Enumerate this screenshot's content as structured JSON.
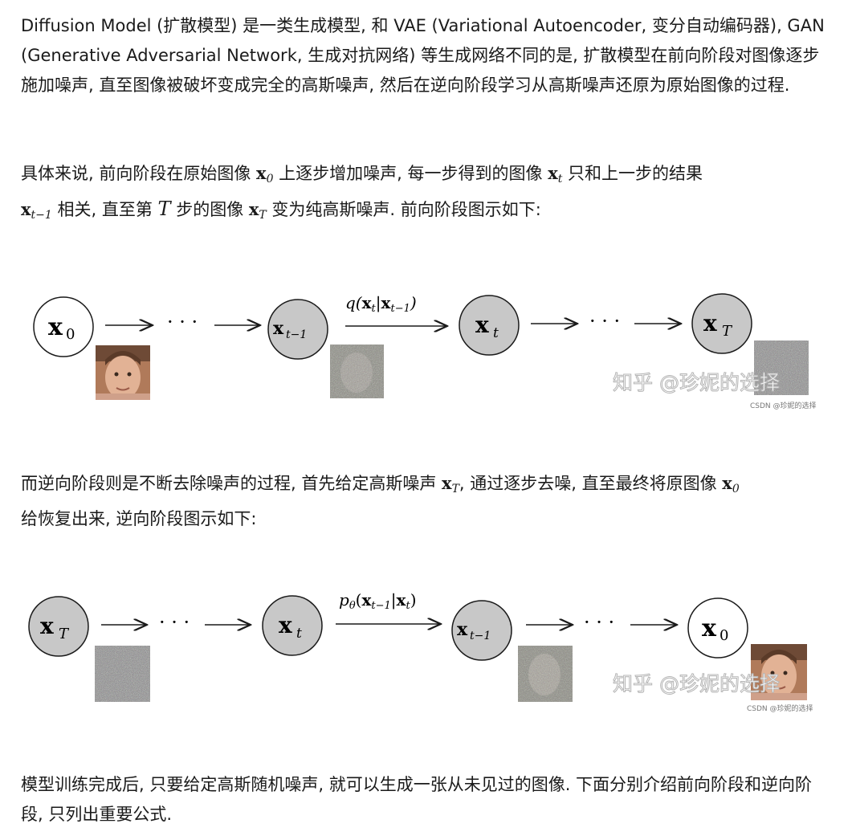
{
  "paragraphs": {
    "intro": "Diffusion Model (扩散模型) 是一类生成模型, 和 VAE (Variational Autoencoder, 变分自动编码器), GAN (Generative Adversarial Network, 生成对抗网络) 等生成网络不同的是, 扩散模型在前向阶段对图像逐步施加噪声, 直至图像被破坏变成完全的高斯噪声, 然后在逆向阶段学习从高斯噪声还原为原始图像的过程.",
    "forward_a": "具体来说, 前向阶段在原始图像 ",
    "forward_b": " 上逐步增加噪声, 每一步得到的图像 ",
    "forward_c": " 只和上一步的结果",
    "forward_d": " 相关, 直至第 ",
    "forward_e": " 步的图像 ",
    "forward_f": " 变为纯高斯噪声. 前向阶段图示如下:",
    "reverse_a": "而逆向阶段则是不断去除噪声的过程, 首先给定高斯噪声 ",
    "reverse_b": ", 通过逐步去噪, 直至最终将原图像 ",
    "reverse_c": "给恢复出来, 逆向阶段图示如下:",
    "closing": "模型训练完成后, 只要给定高斯随机噪声, 就可以生成一张从未见过的图像. 下面分别介绍前向阶段和逆向阶段, 只列出重要公式."
  },
  "math": {
    "x": "x",
    "sub_0": "0",
    "sub_t": "t",
    "sub_t1": "t−1",
    "sub_T": "T",
    "T": "T",
    "dots": "· · ·",
    "forward_label": "q(x_t|x_{t−1})",
    "reverse_label": "p_θ(x_{t−1}|x_t)"
  },
  "watermarks": {
    "zhihu": "知乎 @珍妮的选择",
    "csdn": "CSDN @珍妮的选择"
  },
  "colors": {
    "node_gray": "#c8c8c8",
    "node_white": "#ffffff",
    "text": "#1a1a1a"
  }
}
